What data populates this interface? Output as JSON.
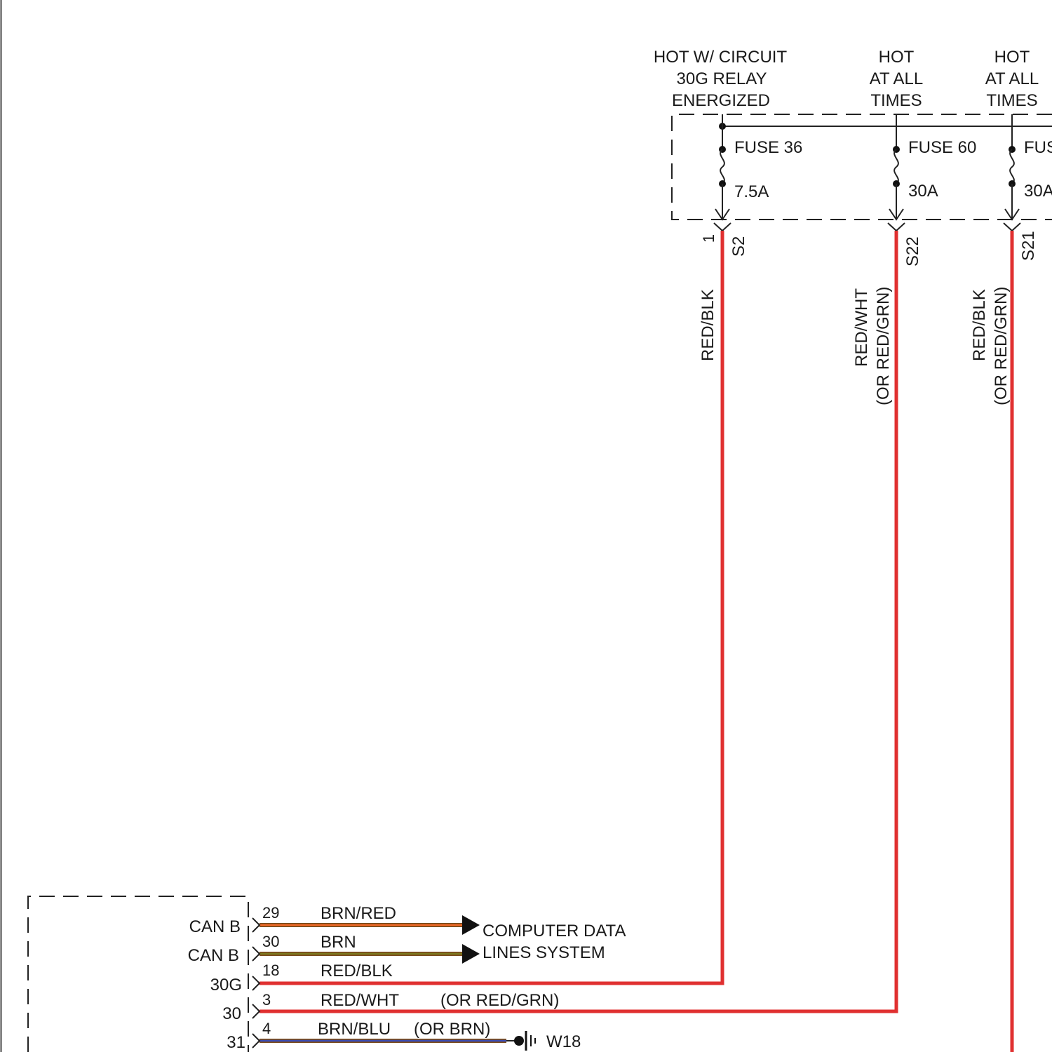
{
  "colors": {
    "red": "#e03030",
    "brown_red_inner": "#f06a28",
    "brown_outer": "#7a4a1a",
    "brown_inner": "#7d7a20",
    "brown_blue_inner": "#3a4ab0",
    "outline": "#222222"
  },
  "sources": [
    {
      "id": "fuse36",
      "header": [
        "HOT W/ CIRCUIT",
        "30G RELAY",
        "ENERGIZED"
      ],
      "fuse_name": "FUSE 36",
      "fuse_rating": "7.5A",
      "terminal_pin": "1",
      "splice": "S2",
      "wire": {
        "color": "RED/BLK",
        "alt": ""
      }
    },
    {
      "id": "fuse60",
      "header": [
        "HOT",
        "AT ALL",
        "TIMES"
      ],
      "fuse_name": "FUSE 60",
      "fuse_rating": "30A",
      "terminal_pin": "",
      "splice": "S22",
      "wire": {
        "color": "RED/WHT",
        "alt": "(OR RED/GRN)"
      }
    },
    {
      "id": "fuse3x",
      "header": [
        "HOT",
        "AT ALL",
        "TIMES"
      ],
      "fuse_name": "FUS",
      "fuse_rating": "30A",
      "terminal_pin": "",
      "splice": "S21",
      "wire": {
        "color": "RED/BLK",
        "alt": "(OR RED/GRN)"
      }
    }
  ],
  "connector": {
    "pins": [
      {
        "label": "CAN B",
        "pin": "29",
        "wire": "BRN/RED",
        "alt": ""
      },
      {
        "label": "CAN B",
        "pin": "30",
        "wire": "BRN",
        "alt": ""
      },
      {
        "label": "30G",
        "pin": "18",
        "wire": "RED/BLK",
        "alt": ""
      },
      {
        "label": "30",
        "pin": "3",
        "wire": "RED/WHT",
        "alt": "(OR RED/GRN)"
      },
      {
        "label": "31",
        "pin": "4",
        "wire": "BRN/BLU",
        "alt": "(OR BRN)"
      }
    ],
    "destination": [
      "COMPUTER DATA",
      "LINES SYSTEM"
    ],
    "ground": "W18"
  }
}
